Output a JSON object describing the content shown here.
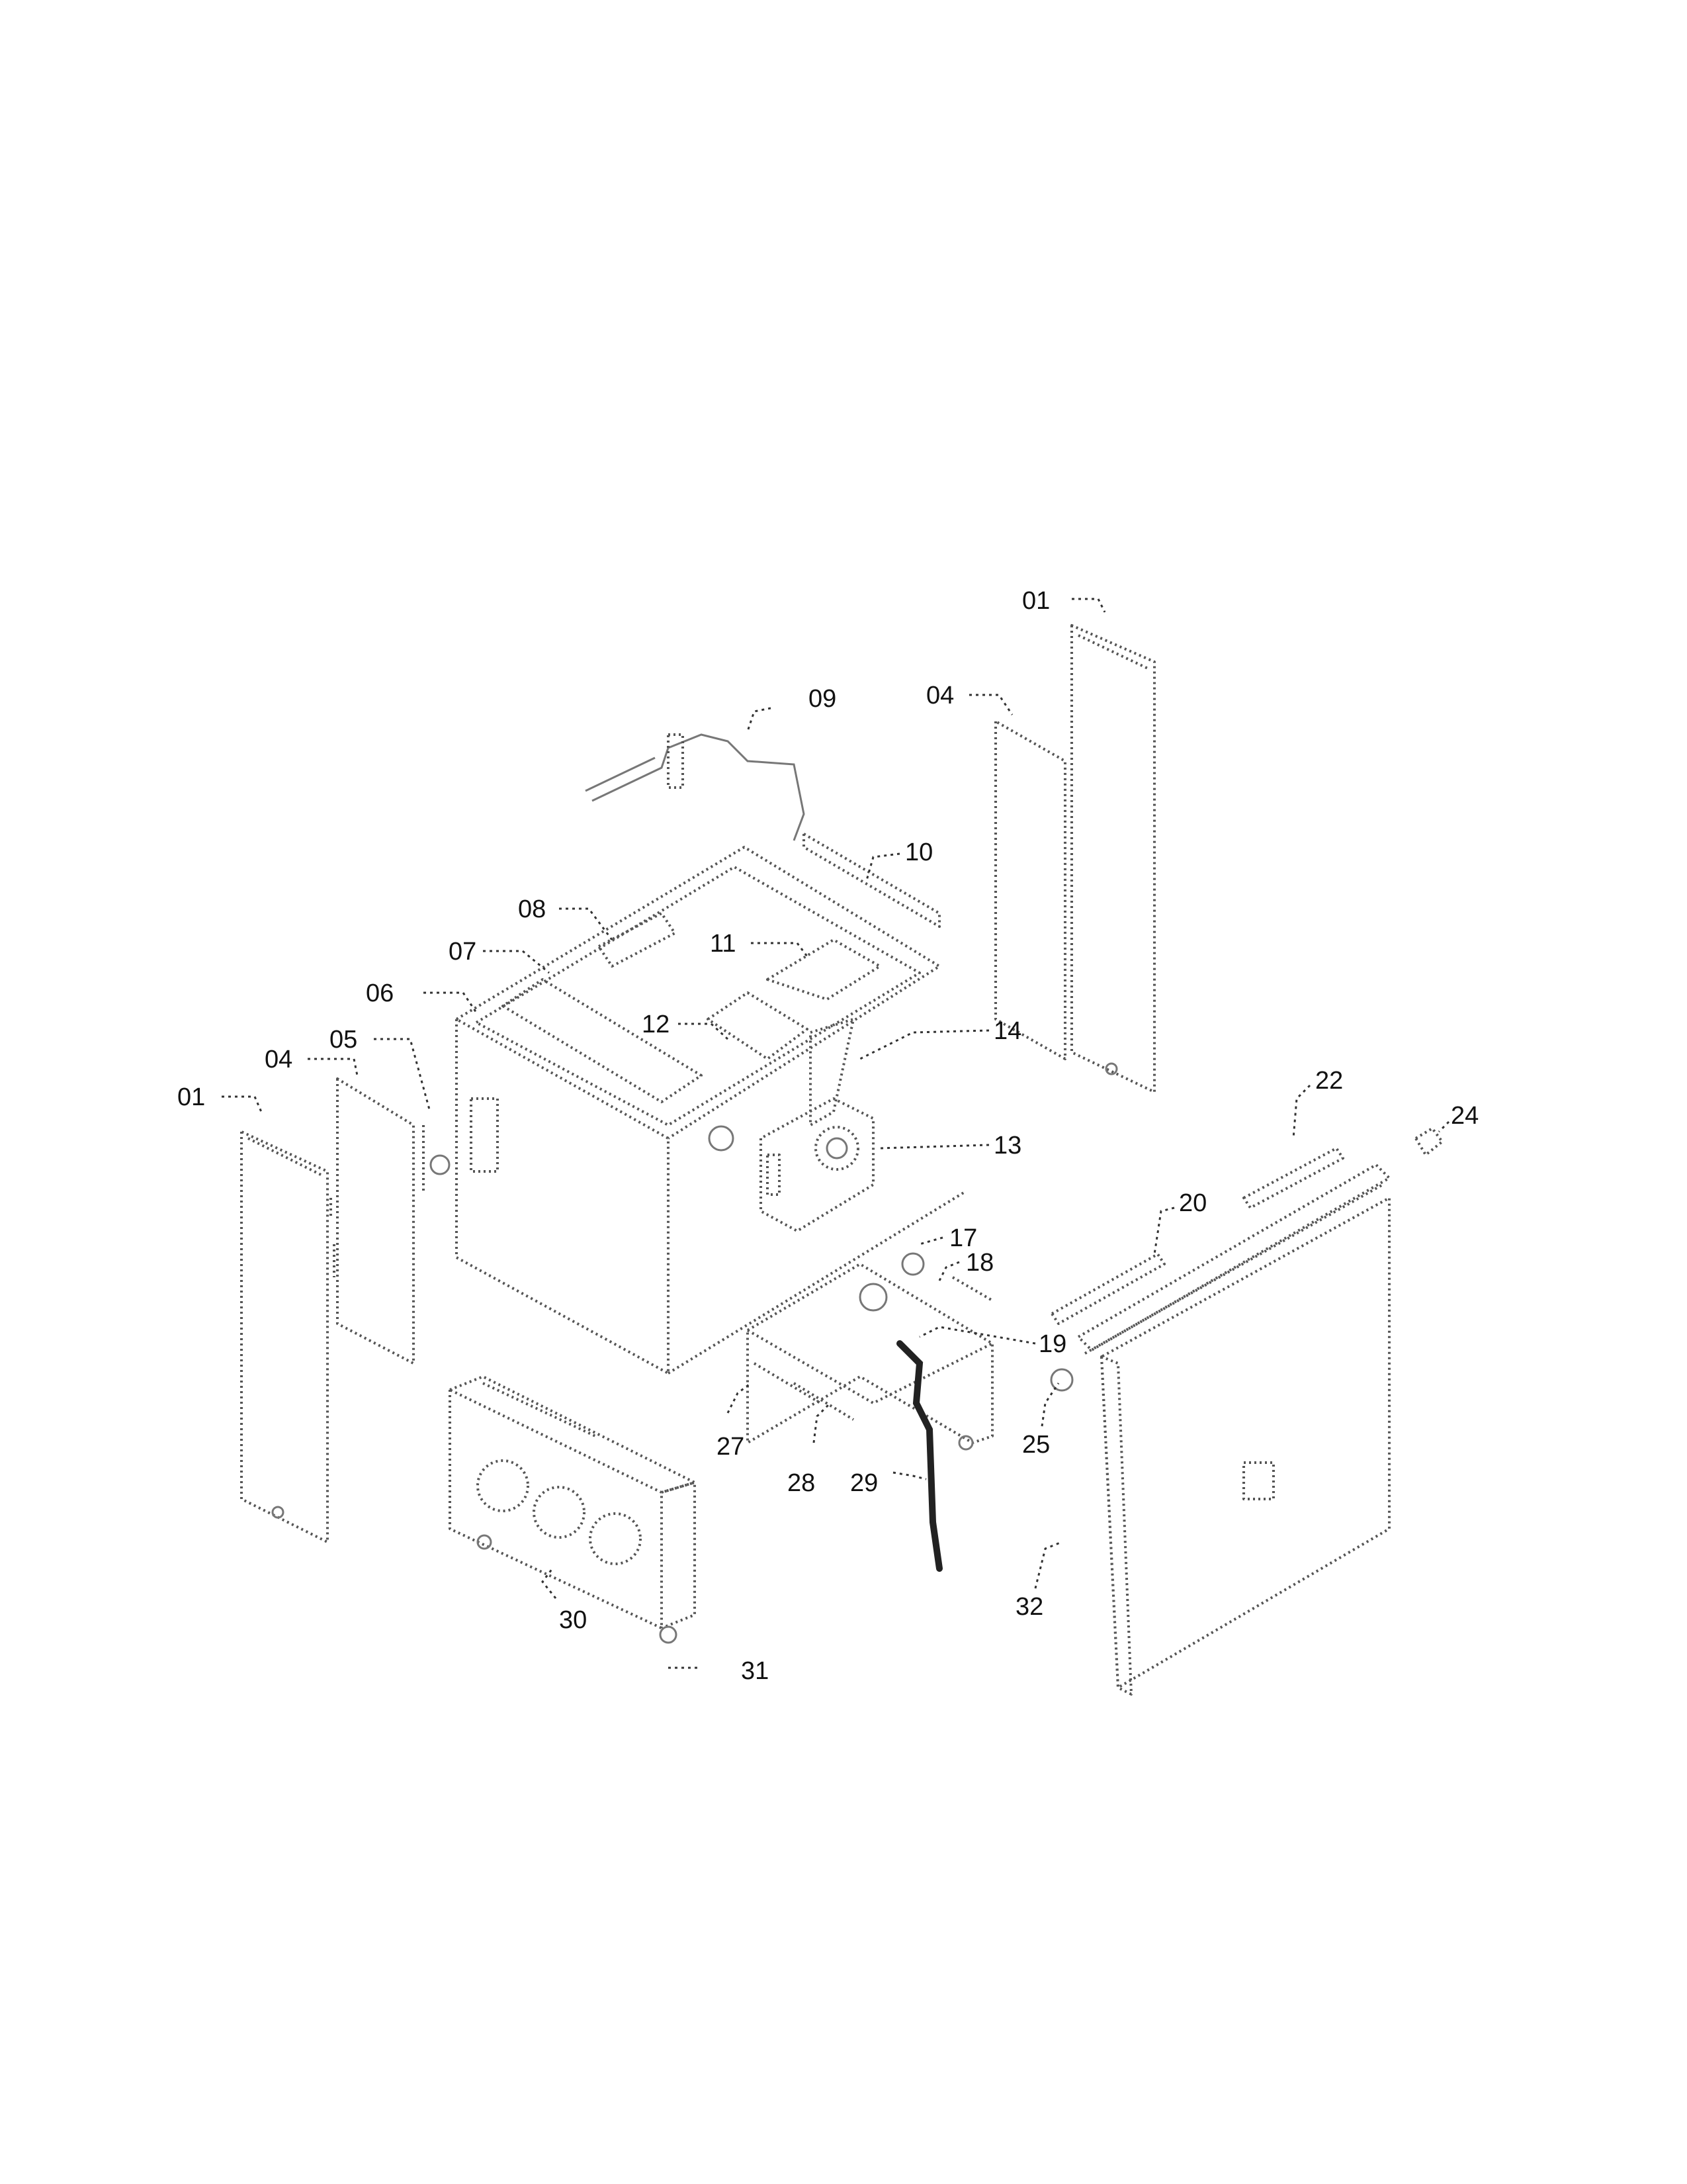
{
  "callouts": [
    {
      "id": "c01a",
      "label": "01"
    },
    {
      "id": "c01b",
      "label": "01"
    },
    {
      "id": "c04a",
      "label": "04"
    },
    {
      "id": "c04b",
      "label": "04"
    },
    {
      "id": "c05",
      "label": "05"
    },
    {
      "id": "c06",
      "label": "06"
    },
    {
      "id": "c07",
      "label": "07"
    },
    {
      "id": "c08",
      "label": "08"
    },
    {
      "id": "c09",
      "label": "09"
    },
    {
      "id": "c10",
      "label": "10"
    },
    {
      "id": "c11",
      "label": "11"
    },
    {
      "id": "c12",
      "label": "12"
    },
    {
      "id": "c13",
      "label": "13"
    },
    {
      "id": "c14",
      "label": "14"
    },
    {
      "id": "c17",
      "label": "17"
    },
    {
      "id": "c18",
      "label": "18"
    },
    {
      "id": "c19",
      "label": "19"
    },
    {
      "id": "c20",
      "label": "20"
    },
    {
      "id": "c22",
      "label": "22"
    },
    {
      "id": "c24",
      "label": "24"
    },
    {
      "id": "c25",
      "label": "25"
    },
    {
      "id": "c27",
      "label": "27"
    },
    {
      "id": "c28",
      "label": "28"
    },
    {
      "id": "c29",
      "label": "29"
    },
    {
      "id": "c30",
      "label": "30"
    },
    {
      "id": "c31",
      "label": "31"
    },
    {
      "id": "c32",
      "label": "32"
    }
  ],
  "colors": {
    "background": "#ffffff",
    "line": "#555555",
    "label": "#111111"
  }
}
